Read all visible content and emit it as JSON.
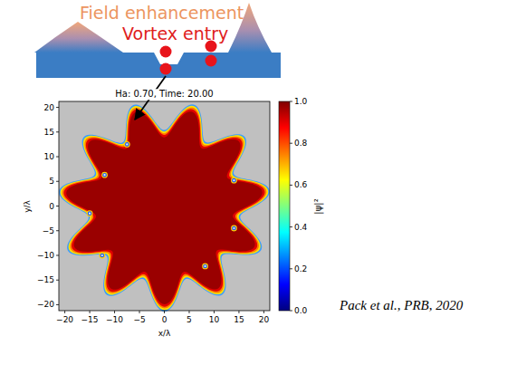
{
  "diagram": {
    "labels": [
      "Field enhancement",
      "Vortex entry",
      "Ha: 0.70, Time: 20.00",
      "20",
      "15",
      "10",
      "5",
      "0",
      "−5",
      "−10",
      "−15",
      "−20",
      "−20",
      "−15",
      "−10",
      "−5",
      "0",
      "5",
      "10",
      "15",
      "20",
      "y/λ",
      "x/λ",
      "1.0",
      "0.8",
      "0.6",
      "0.4",
      "0.2",
      "0.0",
      "|ψ|²",
      "Pack et al., PRB, 2020"
    ]
  }
}
